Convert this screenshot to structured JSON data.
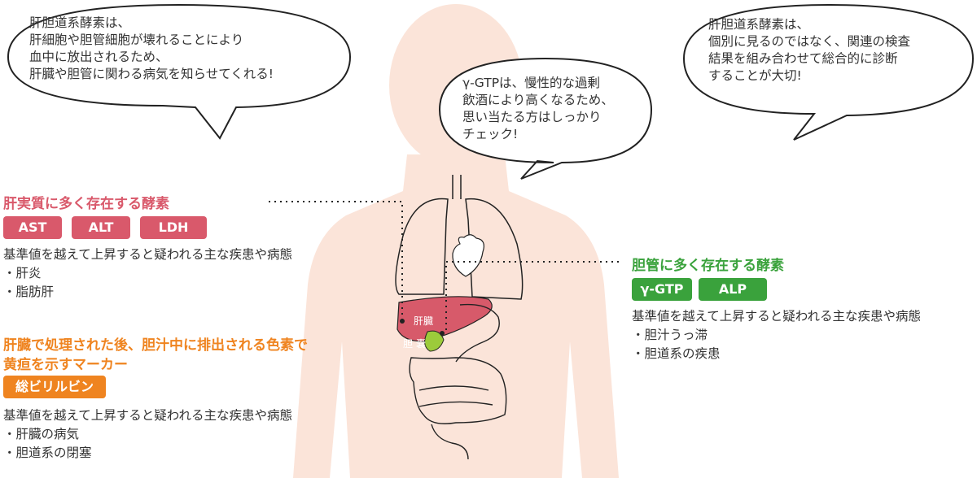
{
  "bubbles": {
    "left": [
      "肝胆道系酵素は、",
      "肝細胞や胆管細胞が壊れることにより",
      "血中に放出されるため、",
      "肝臓や胆管に関わる病気を知らせてくれる!"
    ],
    "center": [
      "γ-GTPは、慢性的な過剰",
      "飲酒により高くなるため、",
      "思い当たる方はしっかり",
      "チェック!"
    ],
    "right": [
      "肝胆道系酵素は、",
      "個別に見るのではなく、関連の検査",
      "結果を組み合わせて総合的に診断",
      "することが大切!"
    ]
  },
  "liver_section": {
    "heading": "肝実質に多く存在する酵素",
    "pills": [
      "AST",
      "ALT",
      "LDH"
    ],
    "desc": "基準値を越えて上昇すると疑われる主な疾患や病態",
    "items": [
      "・肝炎",
      "・脂肪肝"
    ]
  },
  "bilirubin_section": {
    "heading_line1": "肝臓で処理された後、胆汁中に排出される色素で",
    "heading_line2": "黄疸を示すマーカー",
    "pill": "総ビリルビン",
    "desc": "基準値を越えて上昇すると疑われる主な疾患や病態",
    "items": [
      "・肝臓の病気",
      "・胆道系の閉塞"
    ]
  },
  "bile_section": {
    "heading": "胆管に多く存在する酵素",
    "pills": [
      "γ-GTP",
      "ALP"
    ],
    "desc": "基準値を越えて上昇すると疑われる主な疾患や病態",
    "items": [
      "・胆汁うっ滞",
      "・胆道系の疾患"
    ]
  },
  "organ_labels": {
    "liver": "肝臓",
    "gallbladder_1": "胆",
    "gallbladder_2": "嚢"
  },
  "colors": {
    "liver_red": "#d9596b",
    "bile_green": "#3aa23c",
    "bilirubin_orange": "#ef8420",
    "body_skin": "#fbe4d9",
    "liver_organ": "#d75a6a",
    "gallbladder": "#9ccb3b"
  }
}
